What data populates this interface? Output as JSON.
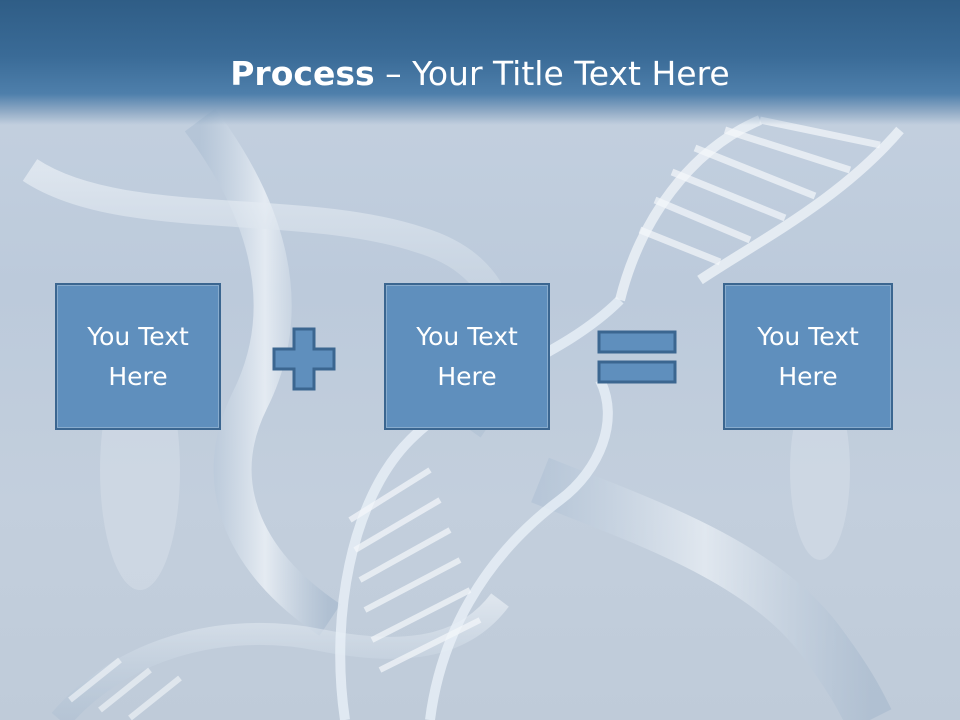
{
  "slide": {
    "title_bold": "Process",
    "title_rest": " – Your Title Text Here",
    "boxes": [
      {
        "text": "You Text Here"
      },
      {
        "text": "You Text Here"
      },
      {
        "text": "You Text Here"
      }
    ],
    "operators": [
      "plus-icon",
      "equals-icon"
    ],
    "colors": {
      "header": "#3a6b97",
      "box_fill": "#5f8fbd",
      "box_border": "#3b6690",
      "background": "#c3cfdd"
    }
  }
}
